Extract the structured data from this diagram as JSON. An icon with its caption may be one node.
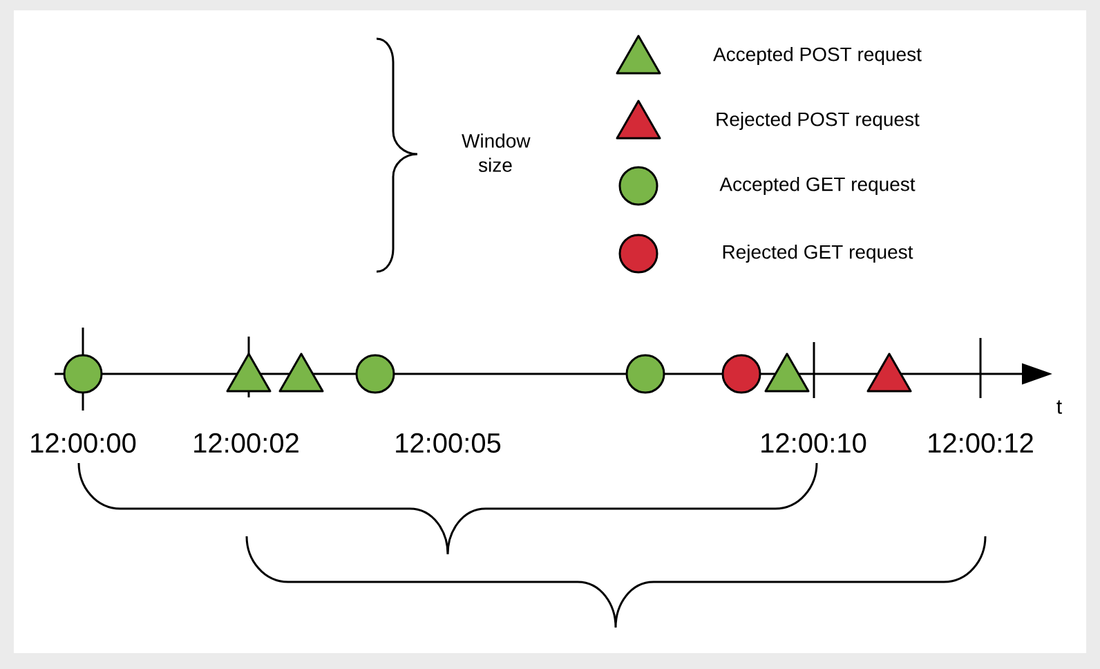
{
  "diagram": {
    "labels": [
      "Window size",
      "t",
      "12:00:00",
      "12:00:02",
      "12:00:05",
      "12:00:10",
      "12:00:12"
    ],
    "legend": [
      {
        "text": "Accepted POST request"
      },
      {
        "text": "Rejected POST request"
      },
      {
        "text": "Accepted GET request"
      },
      {
        "text": "Rejected GET request"
      }
    ]
  }
}
